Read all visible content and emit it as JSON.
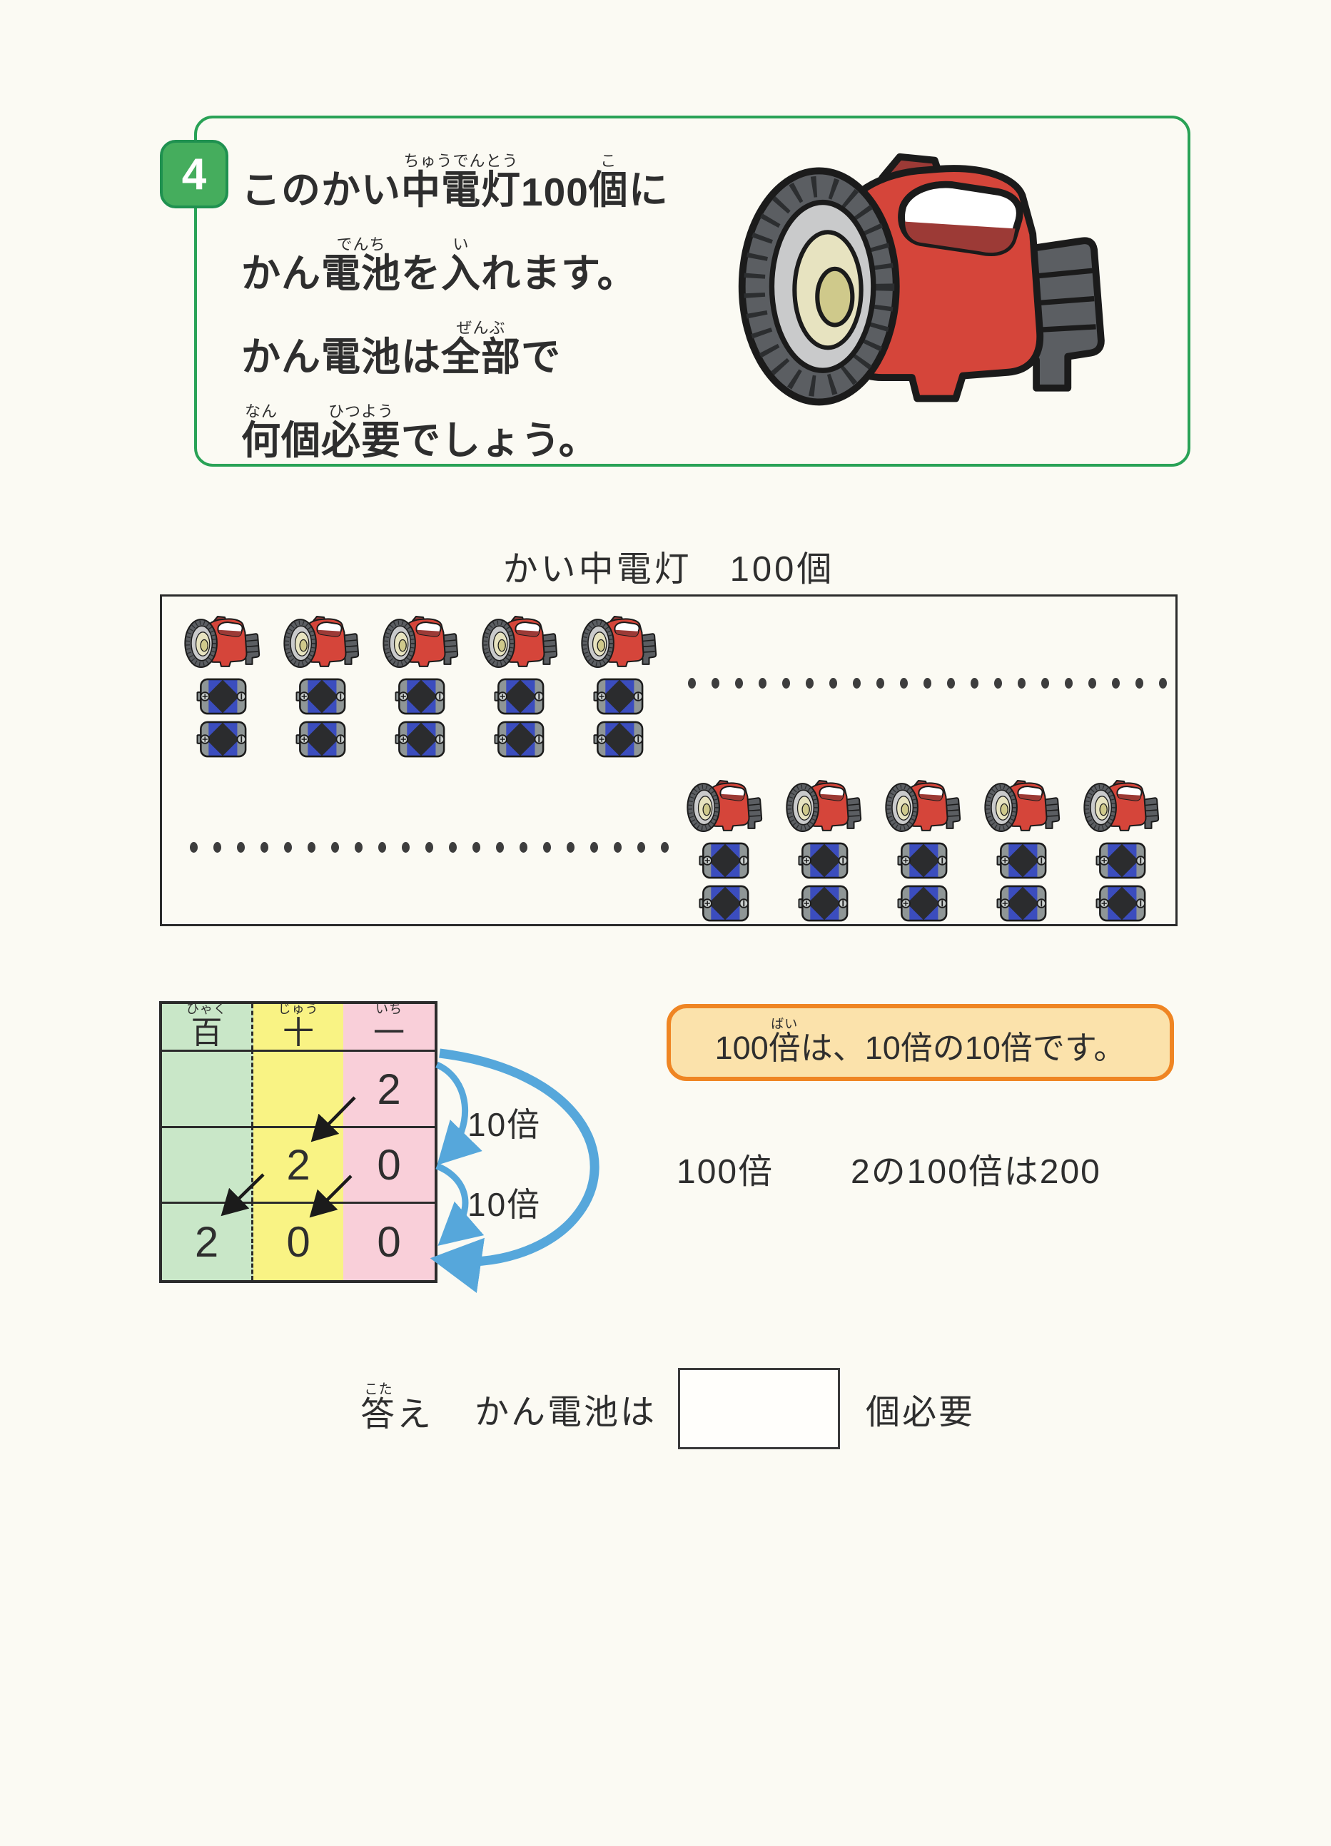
{
  "page": {
    "type": "math-worksheet"
  },
  "colors": {
    "page_bg": "#fbfaf3",
    "accent_green": "#29a256",
    "badge_green": "#45ad5d",
    "table_green": "#c9e7c8",
    "table_yellow": "#f9f384",
    "table_pink": "#f9cfd9",
    "callout_border": "#ef8523",
    "callout_bg": "#fbe2ab",
    "blue_arrow": "#56a7db",
    "flashlight_red": "#d5453a",
    "battery_blue": "#3b4dbe"
  },
  "problem": {
    "number": "4",
    "lines": [
      {
        "segs": [
          {
            "t": "このかい"
          },
          {
            "t": "中電灯",
            "r": "ちゅうでんとう"
          },
          {
            "t": "100"
          },
          {
            "t": "個",
            "r": "こ"
          },
          {
            "t": "に"
          }
        ]
      },
      {
        "segs": [
          {
            "t": "かん"
          },
          {
            "t": "電池",
            "r": "でんち"
          },
          {
            "t": "を"
          },
          {
            "t": "入",
            "r": "い"
          },
          {
            "t": "れます。"
          }
        ]
      },
      {
        "segs": [
          {
            "t": "かん電池は"
          },
          {
            "t": "全部",
            "r": "ぜんぶ"
          },
          {
            "t": "で"
          }
        ]
      },
      {
        "segs": [
          {
            "t": "何",
            "r": "なん"
          },
          {
            "t": "個"
          },
          {
            "t": "必要",
            "r": "ひつよう"
          },
          {
            "t": "でしょう。"
          }
        ]
      }
    ]
  },
  "diagram": {
    "label": "かい中電灯　100個",
    "groups": 2,
    "units_per_group": 5,
    "batteries_per_flashlight": 2,
    "dots_per_row": 21
  },
  "place_value_table": {
    "headers": [
      {
        "segs": [
          {
            "t": "百",
            "r": "ひゃく"
          }
        ]
      },
      {
        "segs": [
          {
            "t": "十",
            "r": "じゅう"
          }
        ]
      },
      {
        "segs": [
          {
            "t": "一",
            "r": "いち"
          }
        ]
      }
    ],
    "rows": [
      [
        "",
        "",
        "2"
      ],
      [
        "",
        "2",
        "0"
      ],
      [
        "2",
        "0",
        "0"
      ]
    ]
  },
  "multiplication": {
    "step1_label": "10倍",
    "step2_label": "10倍",
    "total_label": "100倍",
    "equation": "2の100倍は200",
    "callout_segs": [
      {
        "t": "100"
      },
      {
        "t": "倍",
        "r": "ばい"
      },
      {
        "t": "は、10倍の10倍です。"
      }
    ]
  },
  "answer": {
    "label_segs": [
      {
        "t": "答",
        "r": "こた"
      },
      {
        "t": "え"
      }
    ],
    "subject": "かん電池は",
    "box_value": "",
    "suffix": "個必要"
  },
  "icons": {
    "flashlight": "flashlight-icon",
    "battery": "battery-icon",
    "dot": "continuation-dot"
  }
}
